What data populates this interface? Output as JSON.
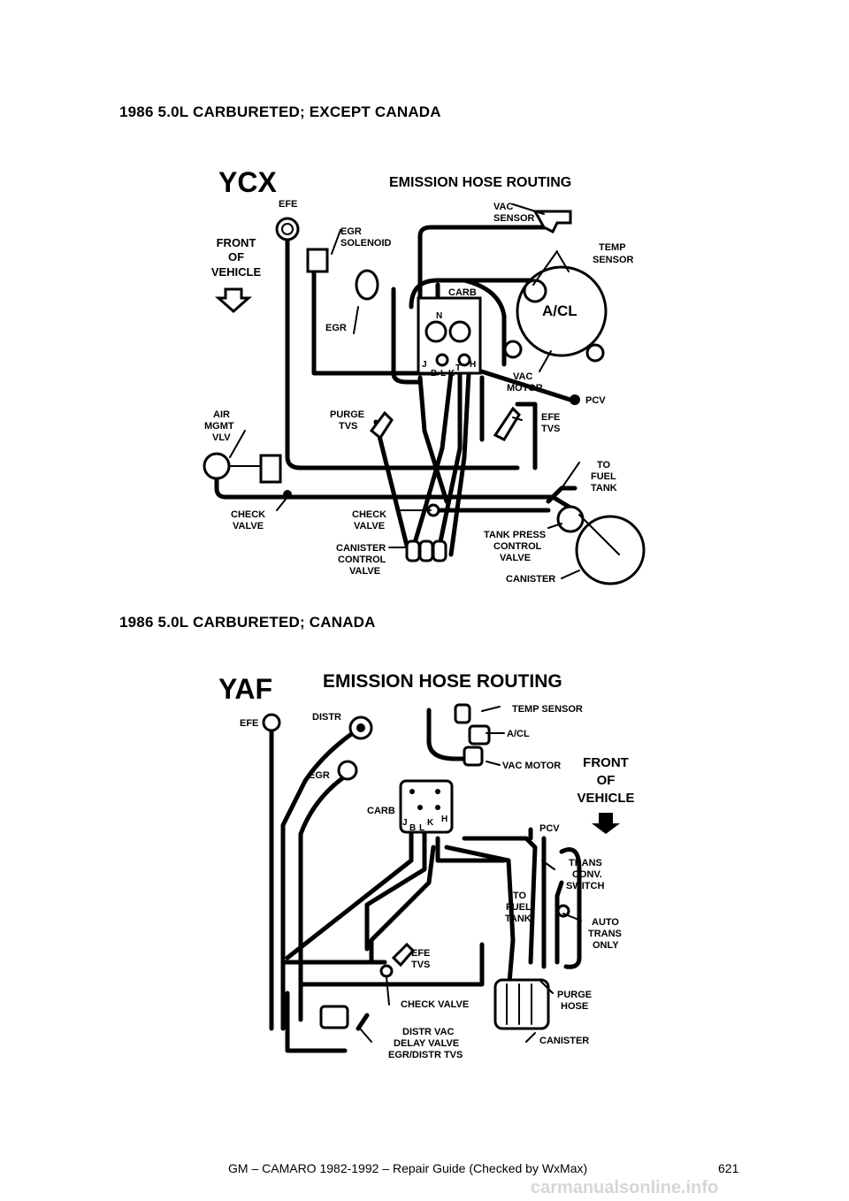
{
  "section1": {
    "title": "1986 5.0L CARBURETED; EXCEPT CANADA",
    "code": "YCX",
    "heading": "EMISSION HOSE ROUTING",
    "labels": {
      "efe": "EFE",
      "front1": "FRONT",
      "front2": "OF",
      "front3": "VEHICLE",
      "egr_sol1": "EGR",
      "egr_sol2": "SOLENOID",
      "egr": "EGR",
      "vac_sensor1": "VAC",
      "vac_sensor2": "SENSOR",
      "temp1": "TEMP",
      "temp2": "SENSOR",
      "carb": "CARB",
      "acl": "A/CL",
      "port_n": "N",
      "port_j": "J",
      "port_b": "B",
      "port_l": "L",
      "port_k": "K",
      "port_t": "T",
      "port_h": "H",
      "vac_motor1": "VAC",
      "vac_motor2": "MOTOR",
      "pcv": "PCV",
      "air1": "AIR",
      "air2": "MGMT",
      "air3": "VLV",
      "purge1": "PURGE",
      "purge2": "TVS",
      "efe_tvs1": "EFE",
      "efe_tvs2": "TVS",
      "to_fuel1": "TO",
      "to_fuel2": "FUEL",
      "to_fuel3": "TANK",
      "check_l1": "CHECK",
      "check_l2": "VALVE",
      "check_c1": "CHECK",
      "check_c2": "VALVE",
      "canctl1": "CANISTER",
      "canctl2": "CONTROL",
      "canctl3": "VALVE",
      "tankp1": "TANK PRESS",
      "tankp2": "CONTROL",
      "tankp3": "VALVE",
      "canister": "CANISTER"
    }
  },
  "section2": {
    "title": "1986 5.0L CARBURETED; CANADA",
    "code": "YAF",
    "heading": "EMISSION HOSE ROUTING",
    "labels": {
      "efe": "EFE",
      "distr": "DISTR",
      "temp": "TEMP SENSOR",
      "acl": "A/CL",
      "vac_motor": "VAC MOTOR",
      "front1": "FRONT",
      "front2": "OF",
      "front3": "VEHICLE",
      "egr": "EGR",
      "carb": "CARB",
      "port_j": "J",
      "port_b": "B",
      "port_l": "L",
      "port_k": "K",
      "port_h": "H",
      "pcv": "PCV",
      "trans1": "TRANS",
      "trans2": "CONV.",
      "trans3": "SWITCH",
      "to_fuel1": "TO",
      "to_fuel2": "FUEL",
      "to_fuel3": "TANK",
      "auto1": "AUTO",
      "auto2": "TRANS",
      "auto3": "ONLY",
      "efe_tvs1": "EFE",
      "efe_tvs2": "TVS",
      "check": "CHECK VALVE",
      "purge1": "PURGE",
      "purge2": "HOSE",
      "distr_vac1": "DISTR  VAC",
      "distr_vac2": "DELAY  VALVE",
      "distr_vac3": "EGR/DISTR  TVS",
      "canister": "CANISTER"
    }
  },
  "footer": {
    "text": "GM – CAMARO 1982-1992 – Repair Guide (Checked by WxMax)",
    "page": "621"
  },
  "watermark": "carmanualsonline.info"
}
